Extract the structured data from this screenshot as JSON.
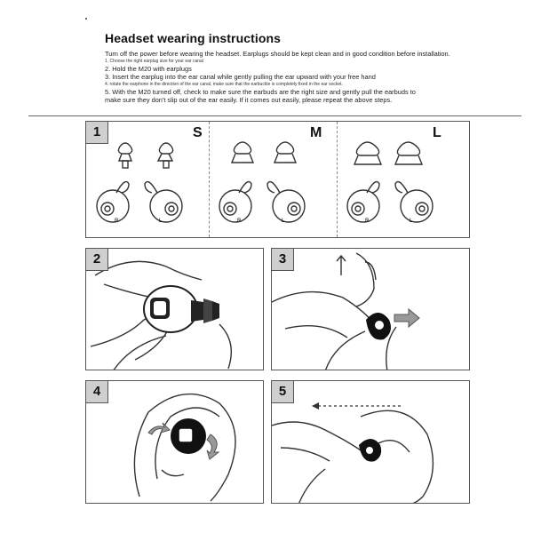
{
  "header": {
    "title": "Headset wearing instructions",
    "lines": [
      "Turn off the power before wearing the headset. Earplugs should be kept clean and in good condition before installation.",
      "1. Choose the right earplug size for your ear canal",
      "2. Hold the M20 with earplugs",
      "3. Insert the earplug into the ear canal while gently pulling the ear upward with your free hand",
      "4. rotate the earphone in the direction of the ear canal, make sure that the earbuckle is completely fixed in the ear socket.",
      "5. With the M20 turned off, check to make sure the earbuds are the right size and gently pull the earbuds to",
      "make sure they don't slip out of the ear easily. If it comes out easily, please repeat the above steps."
    ]
  },
  "step1": {
    "number": "1",
    "sizes": [
      "S",
      "M",
      "L"
    ],
    "earbud_labels": [
      "R",
      "L",
      "R",
      "L",
      "R",
      "L"
    ]
  },
  "step2": {
    "number": "2"
  },
  "step3": {
    "number": "3"
  },
  "step4": {
    "number": "4"
  },
  "step5": {
    "number": "5"
  }
}
